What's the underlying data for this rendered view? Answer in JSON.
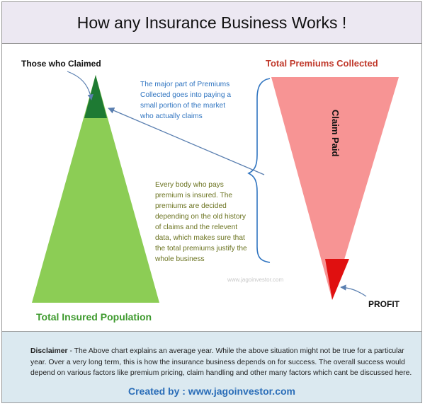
{
  "title": "How any Insurance Business Works !",
  "labels": {
    "those_who_claimed": "Those who Claimed",
    "total_premiums_collected": "Total Premiums Collected",
    "claim_paid": "Claim Paid",
    "profit": "PROFIT",
    "total_insured_population": "Total Insured Population"
  },
  "notes": {
    "premiums_note": [
      "The major part of Premiums",
      "Collected goes into paying a",
      "small portion of the market",
      "who actually claims"
    ],
    "everybody_note": [
      "Every body who pays",
      "premium is insured. The",
      "premiums are decided",
      "depending on the old history",
      "of claims and the relevent",
      "data, which makes sure that",
      "the total premiums justify the",
      "whole business"
    ]
  },
  "watermark": "www.jagoinvestor.com",
  "footer": {
    "disclaimer_label": "Disclaimer",
    "disclaimer_text": " - The Above chart explains an average year. While the above situation might not be true for a particular year. Over a very long term, this is how the insurance business depends on for success. The overall success would depend on various factors like premium pricing, claim handling and other many factors which cant be discussed here.",
    "credit": "Created by : www.jagoinvestor.com"
  },
  "colors": {
    "population": "#8ccd55",
    "claimed": "#1e7a33",
    "premiums": "#f79494",
    "profit": "#e01010",
    "red_label": "#c0392b",
    "green_label": "#3e9a2e",
    "blue_text": "#2f74c0",
    "note_text": "#6b7320",
    "arrow": "#5a7fb0"
  }
}
